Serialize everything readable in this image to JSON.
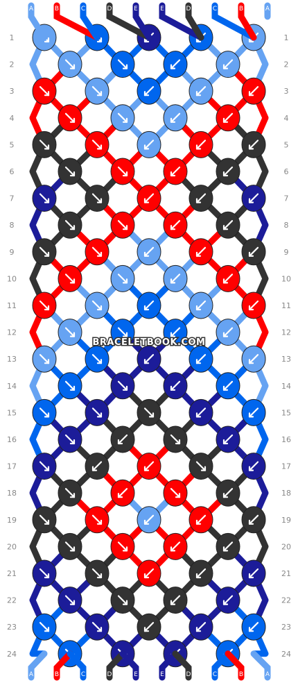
{
  "watermark": "BRACELETBOOK.COM",
  "colors": {
    "A": "#66a3f2",
    "B": "#ff0000",
    "C": "#0066ee",
    "D": "#333333",
    "E": "#1c1c99"
  },
  "top_strings": [
    "A",
    "B",
    "C",
    "D",
    "E",
    "E",
    "D",
    "C",
    "B",
    "A"
  ],
  "bottom_strings": [
    "A",
    "B",
    "C",
    "D",
    "E",
    "E",
    "D",
    "C",
    "B",
    "A"
  ],
  "row_numbers": [
    "1",
    "2",
    "3",
    "4",
    "5",
    "6",
    "7",
    "8",
    "9",
    "10",
    "11",
    "12",
    "13",
    "14",
    "15",
    "16",
    "17",
    "18",
    "19",
    "20",
    "21",
    "22",
    "23",
    "24"
  ],
  "knots": [
    [
      [
        "A",
        "se"
      ],
      [
        "C",
        "se"
      ],
      [
        "E",
        "sw"
      ],
      [
        "C",
        "sw"
      ],
      [
        "A",
        "sw"
      ]
    ],
    [
      [
        "A",
        "se"
      ],
      [
        "C",
        "se"
      ],
      [
        "C",
        "sw"
      ],
      [
        "A",
        "sw"
      ]
    ],
    [
      [
        "B",
        "se"
      ],
      [
        "A",
        "se"
      ],
      [
        "C",
        "sw"
      ],
      [
        "A",
        "sw"
      ],
      [
        "B",
        "sw"
      ]
    ],
    [
      [
        "B",
        "se"
      ],
      [
        "A",
        "se"
      ],
      [
        "A",
        "sw"
      ],
      [
        "B",
        "sw"
      ]
    ],
    [
      [
        "D",
        "se"
      ],
      [
        "B",
        "se"
      ],
      [
        "A",
        "sw"
      ],
      [
        "B",
        "sw"
      ],
      [
        "D",
        "sw"
      ]
    ],
    [
      [
        "D",
        "se"
      ],
      [
        "B",
        "se"
      ],
      [
        "B",
        "sw"
      ],
      [
        "D",
        "sw"
      ]
    ],
    [
      [
        "E",
        "se"
      ],
      [
        "D",
        "se"
      ],
      [
        "B",
        "sw"
      ],
      [
        "D",
        "sw"
      ],
      [
        "E",
        "sw"
      ]
    ],
    [
      [
        "D",
        "se"
      ],
      [
        "B",
        "se"
      ],
      [
        "B",
        "sw"
      ],
      [
        "D",
        "sw"
      ]
    ],
    [
      [
        "D",
        "se"
      ],
      [
        "B",
        "se"
      ],
      [
        "A",
        "sw"
      ],
      [
        "B",
        "sw"
      ],
      [
        "D",
        "sw"
      ]
    ],
    [
      [
        "B",
        "se"
      ],
      [
        "A",
        "se"
      ],
      [
        "A",
        "sw"
      ],
      [
        "B",
        "sw"
      ]
    ],
    [
      [
        "B",
        "se"
      ],
      [
        "A",
        "se"
      ],
      [
        "C",
        "sw"
      ],
      [
        "A",
        "sw"
      ],
      [
        "B",
        "sw"
      ]
    ],
    [
      [
        "A",
        "se"
      ],
      [
        "C",
        "se"
      ],
      [
        "C",
        "sw"
      ],
      [
        "A",
        "sw"
      ]
    ],
    [
      [
        "A",
        "se"
      ],
      [
        "C",
        "se"
      ],
      [
        "E",
        "sw"
      ],
      [
        "C",
        "sw"
      ],
      [
        "A",
        "sw"
      ]
    ],
    [
      [
        "C",
        "se"
      ],
      [
        "E",
        "se"
      ],
      [
        "E",
        "sw"
      ],
      [
        "C",
        "sw"
      ]
    ],
    [
      [
        "C",
        "se"
      ],
      [
        "E",
        "se"
      ],
      [
        "D",
        "se"
      ],
      [
        "E",
        "sw"
      ],
      [
        "C",
        "sw"
      ]
    ],
    [
      [
        "E",
        "se"
      ],
      [
        "D",
        "sw"
      ],
      [
        "D",
        "se"
      ],
      [
        "E",
        "sw"
      ]
    ],
    [
      [
        "E",
        "se"
      ],
      [
        "D",
        "sw"
      ],
      [
        "B",
        "sw"
      ],
      [
        "D",
        "se"
      ],
      [
        "E",
        "sw"
      ]
    ],
    [
      [
        "D",
        "se"
      ],
      [
        "B",
        "sw"
      ],
      [
        "B",
        "se"
      ],
      [
        "D",
        "sw"
      ]
    ],
    [
      [
        "D",
        "se"
      ],
      [
        "B",
        "se"
      ],
      [
        "A",
        "sw"
      ],
      [
        "B",
        "sw"
      ],
      [
        "D",
        "sw"
      ]
    ],
    [
      [
        "D",
        "se"
      ],
      [
        "B",
        "se"
      ],
      [
        "B",
        "sw"
      ],
      [
        "D",
        "sw"
      ]
    ],
    [
      [
        "E",
        "se"
      ],
      [
        "D",
        "se"
      ],
      [
        "B",
        "sw"
      ],
      [
        "D",
        "sw"
      ],
      [
        "E",
        "sw"
      ]
    ],
    [
      [
        "E",
        "se"
      ],
      [
        "D",
        "se"
      ],
      [
        "D",
        "sw"
      ],
      [
        "E",
        "sw"
      ]
    ],
    [
      [
        "C",
        "se"
      ],
      [
        "E",
        "se"
      ],
      [
        "D",
        "sw"
      ],
      [
        "E",
        "sw"
      ],
      [
        "C",
        "sw"
      ]
    ],
    [
      [
        "C",
        "se"
      ],
      [
        "E",
        "se"
      ],
      [
        "E",
        "sw"
      ],
      [
        "C",
        "sw"
      ]
    ]
  ]
}
